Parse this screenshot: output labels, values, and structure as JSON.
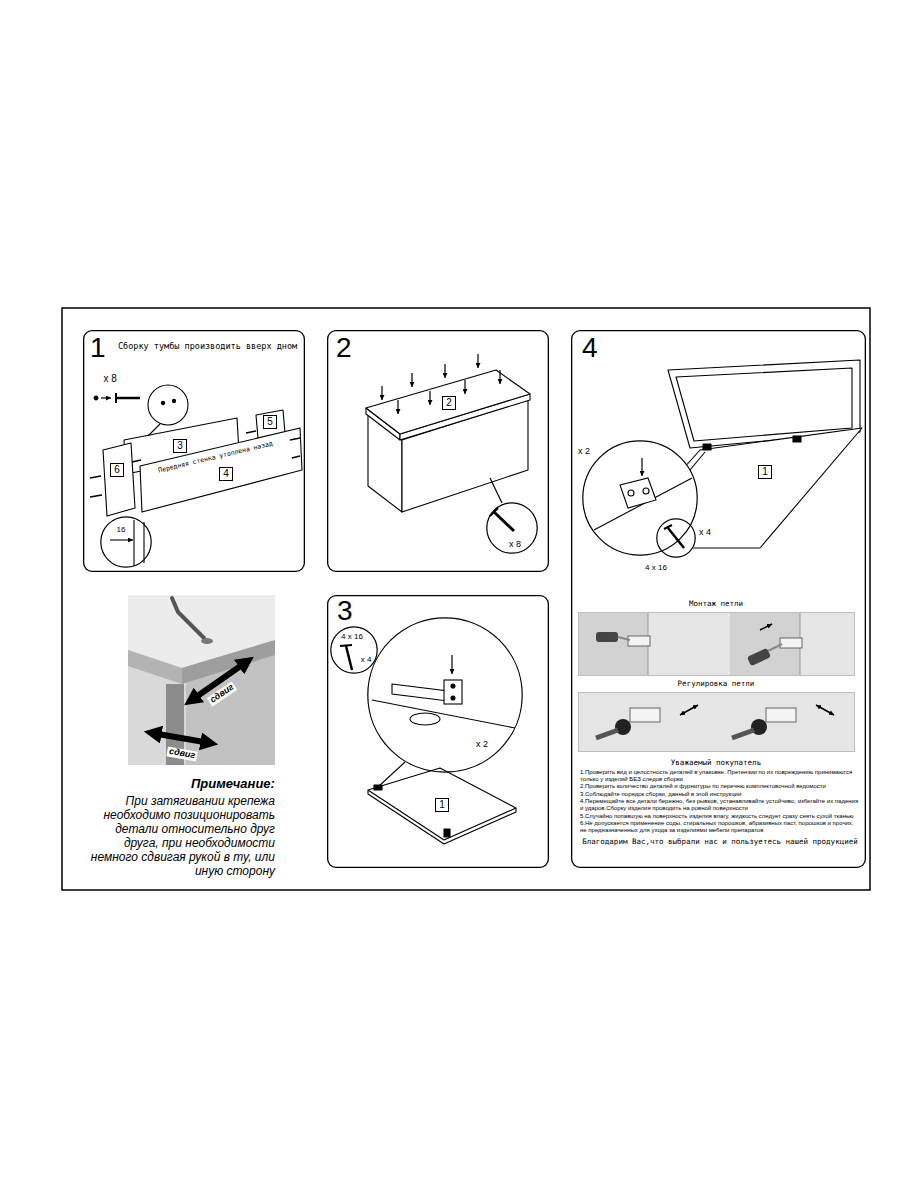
{
  "diagram": {
    "nodes": [
      {
        "text": [
          "1",
          "Сборку тумбы производить вверх дном"
        ]
      },
      {
        "text": [
          "6"
        ],
        "in": 0
      },
      {
        "text": [
          "3"
        ],
        "in": 0
      },
      {
        "text": [
          "4"
        ],
        "in": 0
      },
      {
        "text": [
          "5"
        ],
        "in": 0
      },
      {
        "text": [
          "16"
        ],
        "in": 0
      },
      {
        "text": [
          "2"
        ]
      },
      {
        "text": [
          "2"
        ],
        "in": 6
      },
      {
        "text": [
          "x 8"
        ],
        "in": 6
      },
      {
        "text": [
          "3"
        ]
      },
      {
        "text": [
          "4 x 16",
          "x 4"
        ],
        "in": 9
      },
      {
        "text": [
          "x 2"
        ],
        "in": 9
      },
      {
        "text": [
          "1"
        ],
        "in": 9
      },
      {
        "text": [
          "4",
          "Уважаемый покупатель",
          "1.Проверить вид и целостность деталей в упаковке. Претензии по их повреждению принимаются только у изделий БЕЗ следов сборки",
          "2.Проверить количество деталей и фурнитуры по перечню комплектовочной ведомости",
          "3.Соблюдайте порядок сборки, данный в этой инструкции",
          "4.Перемещайте все детали бережно, без рывков, устанавливайте устойчиво, избегайте их падения и ударов.Сборку изделия проводить на ровной поверхности",
          "5.Случайно попавшую на поверхность изделия влагу, жидкость следует сразу снять сухой тканью",
          "6.Не допускается применение соды, стиральных порошков, абразивных паст, порошков и прочих, не предназначенных для ухода за изделиями мебели препаратов",
          "Благодарим Вас,что выбрали нас и пользуетесь нашей продукцией"
        ]
      },
      {
        "text": [
          "x 2"
        ],
        "in": 13
      },
      {
        "text": [
          "x 4",
          "4 x 16"
        ],
        "in": 13
      },
      {
        "text": [
          "1"
        ],
        "in": 13
      },
      {
        "text": [
          "Монтаж петли"
        ],
        "in": 13
      },
      {
        "text": [
          "Регулировка петли"
        ],
        "in": 13
      }
    ],
    "labels": [
      "x 8",
      "Передняя стенка утоплена назад",
      "сдвиг",
      "сдвиг",
      "Примечание:",
      "При затягивании крепежа необходимо позиционировать детали относительно друг друга, при необходимости немного сдвигая рукой в ту, или иную сторону"
    ]
  }
}
